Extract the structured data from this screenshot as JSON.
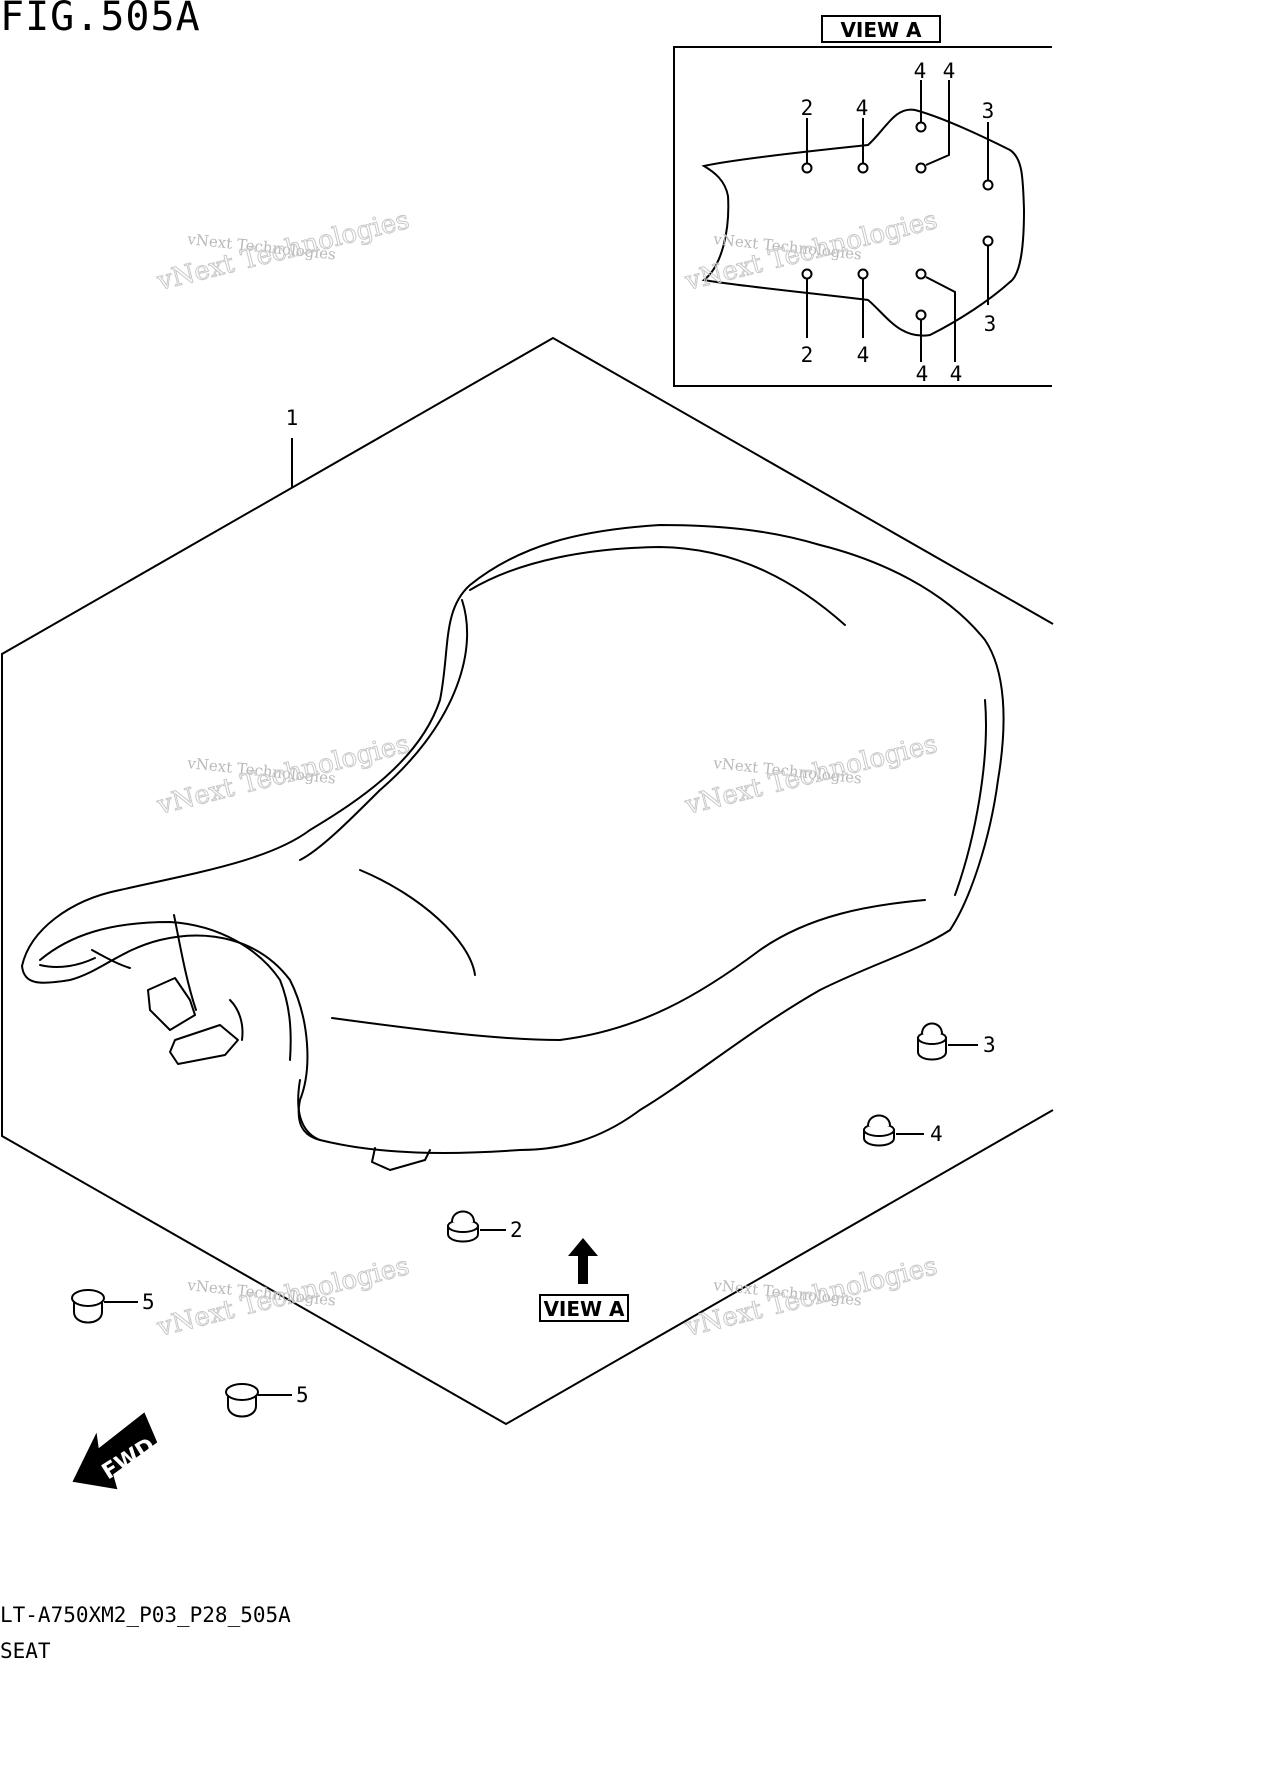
{
  "figure": {
    "title": "FIG.505A",
    "code": "LT-A750XM2_P03_P28_505A",
    "name": "SEAT"
  },
  "view_box": {
    "label": "VIEW A",
    "callouts": [
      "4",
      "4",
      "2",
      "4",
      "3",
      "3",
      "2",
      "4",
      "4",
      "4"
    ]
  },
  "main": {
    "callout_1": "1",
    "parts": [
      {
        "num": "3"
      },
      {
        "num": "4"
      },
      {
        "num": "2"
      },
      {
        "num": "5"
      },
      {
        "num": "5"
      }
    ],
    "view_label": "VIEW A",
    "fwd_label": "FWD"
  },
  "watermark": {
    "small": "vNext Technologies",
    "big": "vNext Technologies"
  }
}
